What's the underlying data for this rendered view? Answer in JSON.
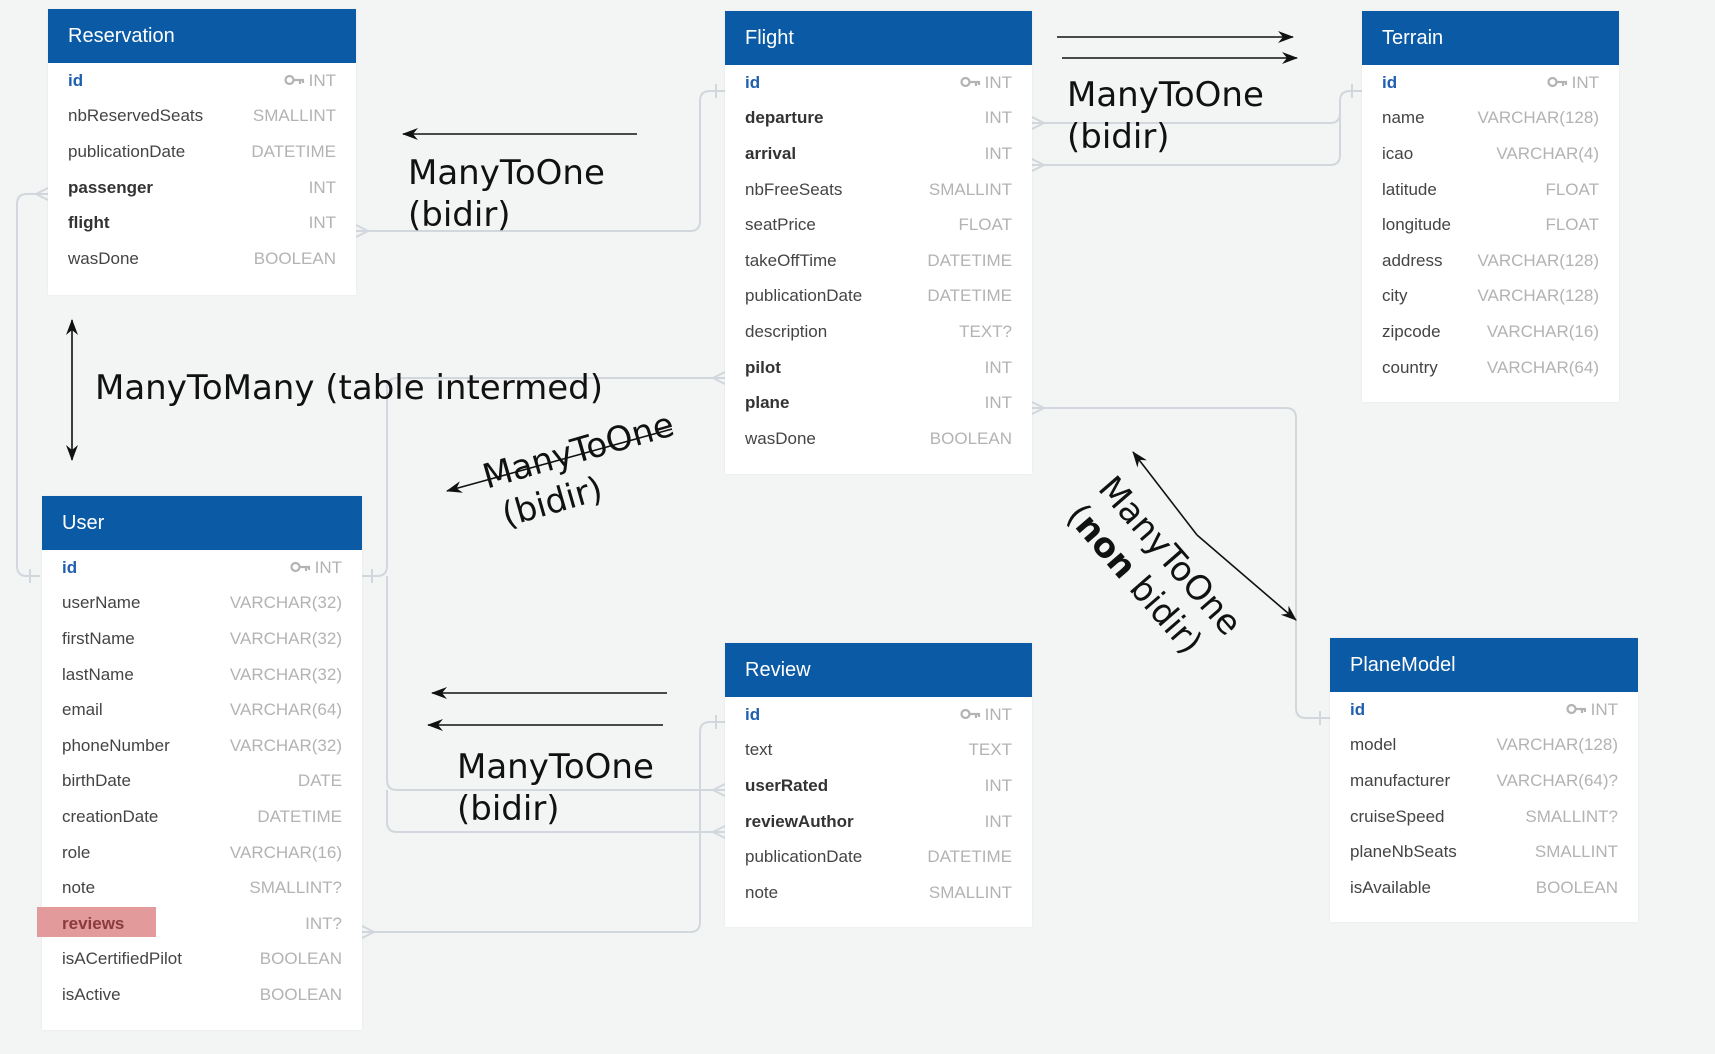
{
  "tables": {
    "reservation": {
      "title": "Reservation",
      "fields": [
        {
          "name": "id",
          "type": "INT",
          "kind": "pk"
        },
        {
          "name": "nbReservedSeats",
          "type": "SMALLINT",
          "kind": "normal"
        },
        {
          "name": "publicationDate",
          "type": "DATETIME",
          "kind": "normal"
        },
        {
          "name": "passenger",
          "type": "INT",
          "kind": "fk"
        },
        {
          "name": "flight",
          "type": "INT",
          "kind": "fk"
        },
        {
          "name": "wasDone",
          "type": "BOOLEAN",
          "kind": "normal"
        }
      ]
    },
    "flight": {
      "title": "Flight",
      "fields": [
        {
          "name": "id",
          "type": "INT",
          "kind": "pk"
        },
        {
          "name": "departure",
          "type": "INT",
          "kind": "fk"
        },
        {
          "name": "arrival",
          "type": "INT",
          "kind": "fk"
        },
        {
          "name": "nbFreeSeats",
          "type": "SMALLINT",
          "kind": "normal"
        },
        {
          "name": "seatPrice",
          "type": "FLOAT",
          "kind": "normal"
        },
        {
          "name": "takeOffTime",
          "type": "DATETIME",
          "kind": "normal"
        },
        {
          "name": "publicationDate",
          "type": "DATETIME",
          "kind": "normal"
        },
        {
          "name": "description",
          "type": "TEXT?",
          "kind": "normal"
        },
        {
          "name": "pilot",
          "type": "INT",
          "kind": "fk"
        },
        {
          "name": "plane",
          "type": "INT",
          "kind": "fk"
        },
        {
          "name": "wasDone",
          "type": "BOOLEAN",
          "kind": "normal"
        }
      ]
    },
    "terrain": {
      "title": "Terrain",
      "fields": [
        {
          "name": "id",
          "type": "INT",
          "kind": "pk"
        },
        {
          "name": "name",
          "type": "VARCHAR(128)",
          "kind": "normal"
        },
        {
          "name": "icao",
          "type": "VARCHAR(4)",
          "kind": "normal"
        },
        {
          "name": "latitude",
          "type": "FLOAT",
          "kind": "normal"
        },
        {
          "name": "longitude",
          "type": "FLOAT",
          "kind": "normal"
        },
        {
          "name": "address",
          "type": "VARCHAR(128)",
          "kind": "normal"
        },
        {
          "name": "city",
          "type": "VARCHAR(128)",
          "kind": "normal"
        },
        {
          "name": "zipcode",
          "type": "VARCHAR(16)",
          "kind": "normal"
        },
        {
          "name": "country",
          "type": "VARCHAR(64)",
          "kind": "normal"
        }
      ]
    },
    "user": {
      "title": "User",
      "fields": [
        {
          "name": "id",
          "type": "INT",
          "kind": "pk"
        },
        {
          "name": "userName",
          "type": "VARCHAR(32)",
          "kind": "normal"
        },
        {
          "name": "firstName",
          "type": "VARCHAR(32)",
          "kind": "normal"
        },
        {
          "name": "lastName",
          "type": "VARCHAR(32)",
          "kind": "normal"
        },
        {
          "name": "email",
          "type": "VARCHAR(64)",
          "kind": "normal"
        },
        {
          "name": "phoneNumber",
          "type": "VARCHAR(32)",
          "kind": "normal"
        },
        {
          "name": "birthDate",
          "type": "DATE",
          "kind": "normal"
        },
        {
          "name": "creationDate",
          "type": "DATETIME",
          "kind": "normal"
        },
        {
          "name": "role",
          "type": "VARCHAR(16)",
          "kind": "normal"
        },
        {
          "name": "note",
          "type": "SMALLINT?",
          "kind": "normal"
        },
        {
          "name": "reviews",
          "type": "INT?",
          "kind": "highlight"
        },
        {
          "name": "isACertifiedPilot",
          "type": "BOOLEAN",
          "kind": "normal"
        },
        {
          "name": "isActive",
          "type": "BOOLEAN",
          "kind": "normal"
        }
      ]
    },
    "review": {
      "title": "Review",
      "fields": [
        {
          "name": "id",
          "type": "INT",
          "kind": "pk"
        },
        {
          "name": "text",
          "type": "TEXT",
          "kind": "normal"
        },
        {
          "name": "userRated",
          "type": "INT",
          "kind": "fk"
        },
        {
          "name": "reviewAuthor",
          "type": "INT",
          "kind": "fk"
        },
        {
          "name": "publicationDate",
          "type": "DATETIME",
          "kind": "normal"
        },
        {
          "name": "note",
          "type": "SMALLINT",
          "kind": "normal"
        }
      ]
    },
    "planeModel": {
      "title": "PlaneModel",
      "fields": [
        {
          "name": "id",
          "type": "INT",
          "kind": "pk"
        },
        {
          "name": "model",
          "type": "VARCHAR(128)",
          "kind": "normal"
        },
        {
          "name": "manufacturer",
          "type": "VARCHAR(64)?",
          "kind": "normal"
        },
        {
          "name": "cruiseSpeed",
          "type": "SMALLINT?",
          "kind": "normal"
        },
        {
          "name": "planeNbSeats",
          "type": "SMALLINT",
          "kind": "normal"
        },
        {
          "name": "isAvailable",
          "type": "BOOLEAN",
          "kind": "normal"
        }
      ]
    }
  },
  "annotations": {
    "flight_terrain_line1": "ManyToOne",
    "flight_terrain_line2": "(bidir)",
    "reservation_flight_line1": "ManyToOne",
    "reservation_flight_line2": "(bidir)",
    "user_flight_line1": "ManyToOne",
    "user_flight_line2": "(bidir)",
    "review_user_line1": "ManyToOne",
    "review_user_line2": "(bidir)",
    "reservation_user": "ManyToMany (table intermed)",
    "flight_planemodel_line1": "ManyToOne",
    "flight_planemodel_bold": "non",
    "flight_planemodel_rest": "bidir)"
  },
  "colors": {
    "header": "#0b5aa6",
    "background": "#f3f4f4",
    "primary_key": "#1f5fb0",
    "type_text": "#b3b3b3",
    "highlight": "#e29a9a",
    "connector": "#d5d9de"
  },
  "icons": {
    "primary_key": "key-icon"
  }
}
